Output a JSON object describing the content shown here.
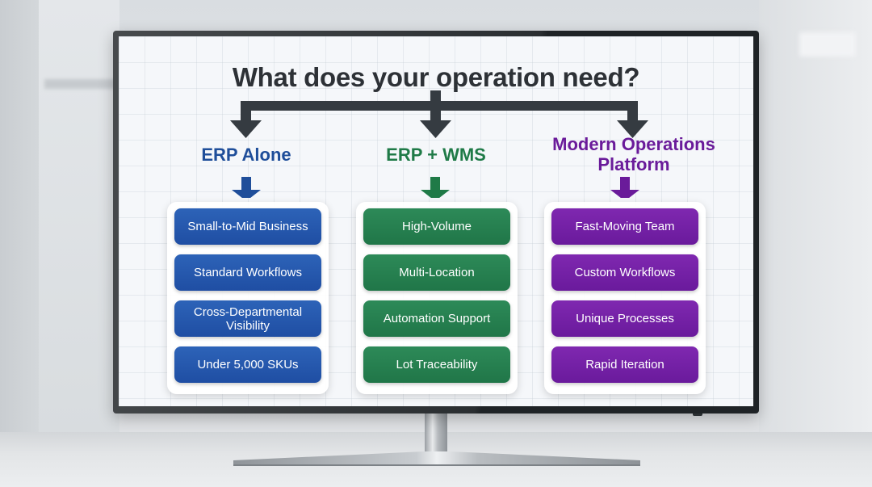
{
  "diagram": {
    "title": "What does your operation need?",
    "colors": {
      "title": "#2d3136",
      "connector": "#353b41",
      "erp_alone": "#1f4e9a",
      "erp_wms": "#1f7a47",
      "modern_platform": "#6a1b9a",
      "screen_background": "#f5f7fa"
    },
    "columns": [
      {
        "heading": "ERP Alone",
        "color": "#1f4e9a",
        "items": [
          "Small-to-Mid Business",
          "Standard Workflows",
          "Cross-Departmental Visibility",
          "Under 5,000 SKUs"
        ]
      },
      {
        "heading": "ERP + WMS",
        "color": "#1f7a47",
        "items": [
          "High-Volume",
          "Multi-Location",
          "Automation Support",
          "Lot Traceability"
        ]
      },
      {
        "heading": "Modern Operations Platform",
        "heading_line1": "Modern Operations",
        "heading_line2": "Platform",
        "color": "#6a1b9a",
        "items": [
          "Fast-Moving Team",
          "Custom Workflows",
          "Unique Processes",
          "Rapid Iteration"
        ]
      }
    ]
  },
  "scene": {
    "device": "monitor-on-stand",
    "setting": "blurred-office-background"
  }
}
